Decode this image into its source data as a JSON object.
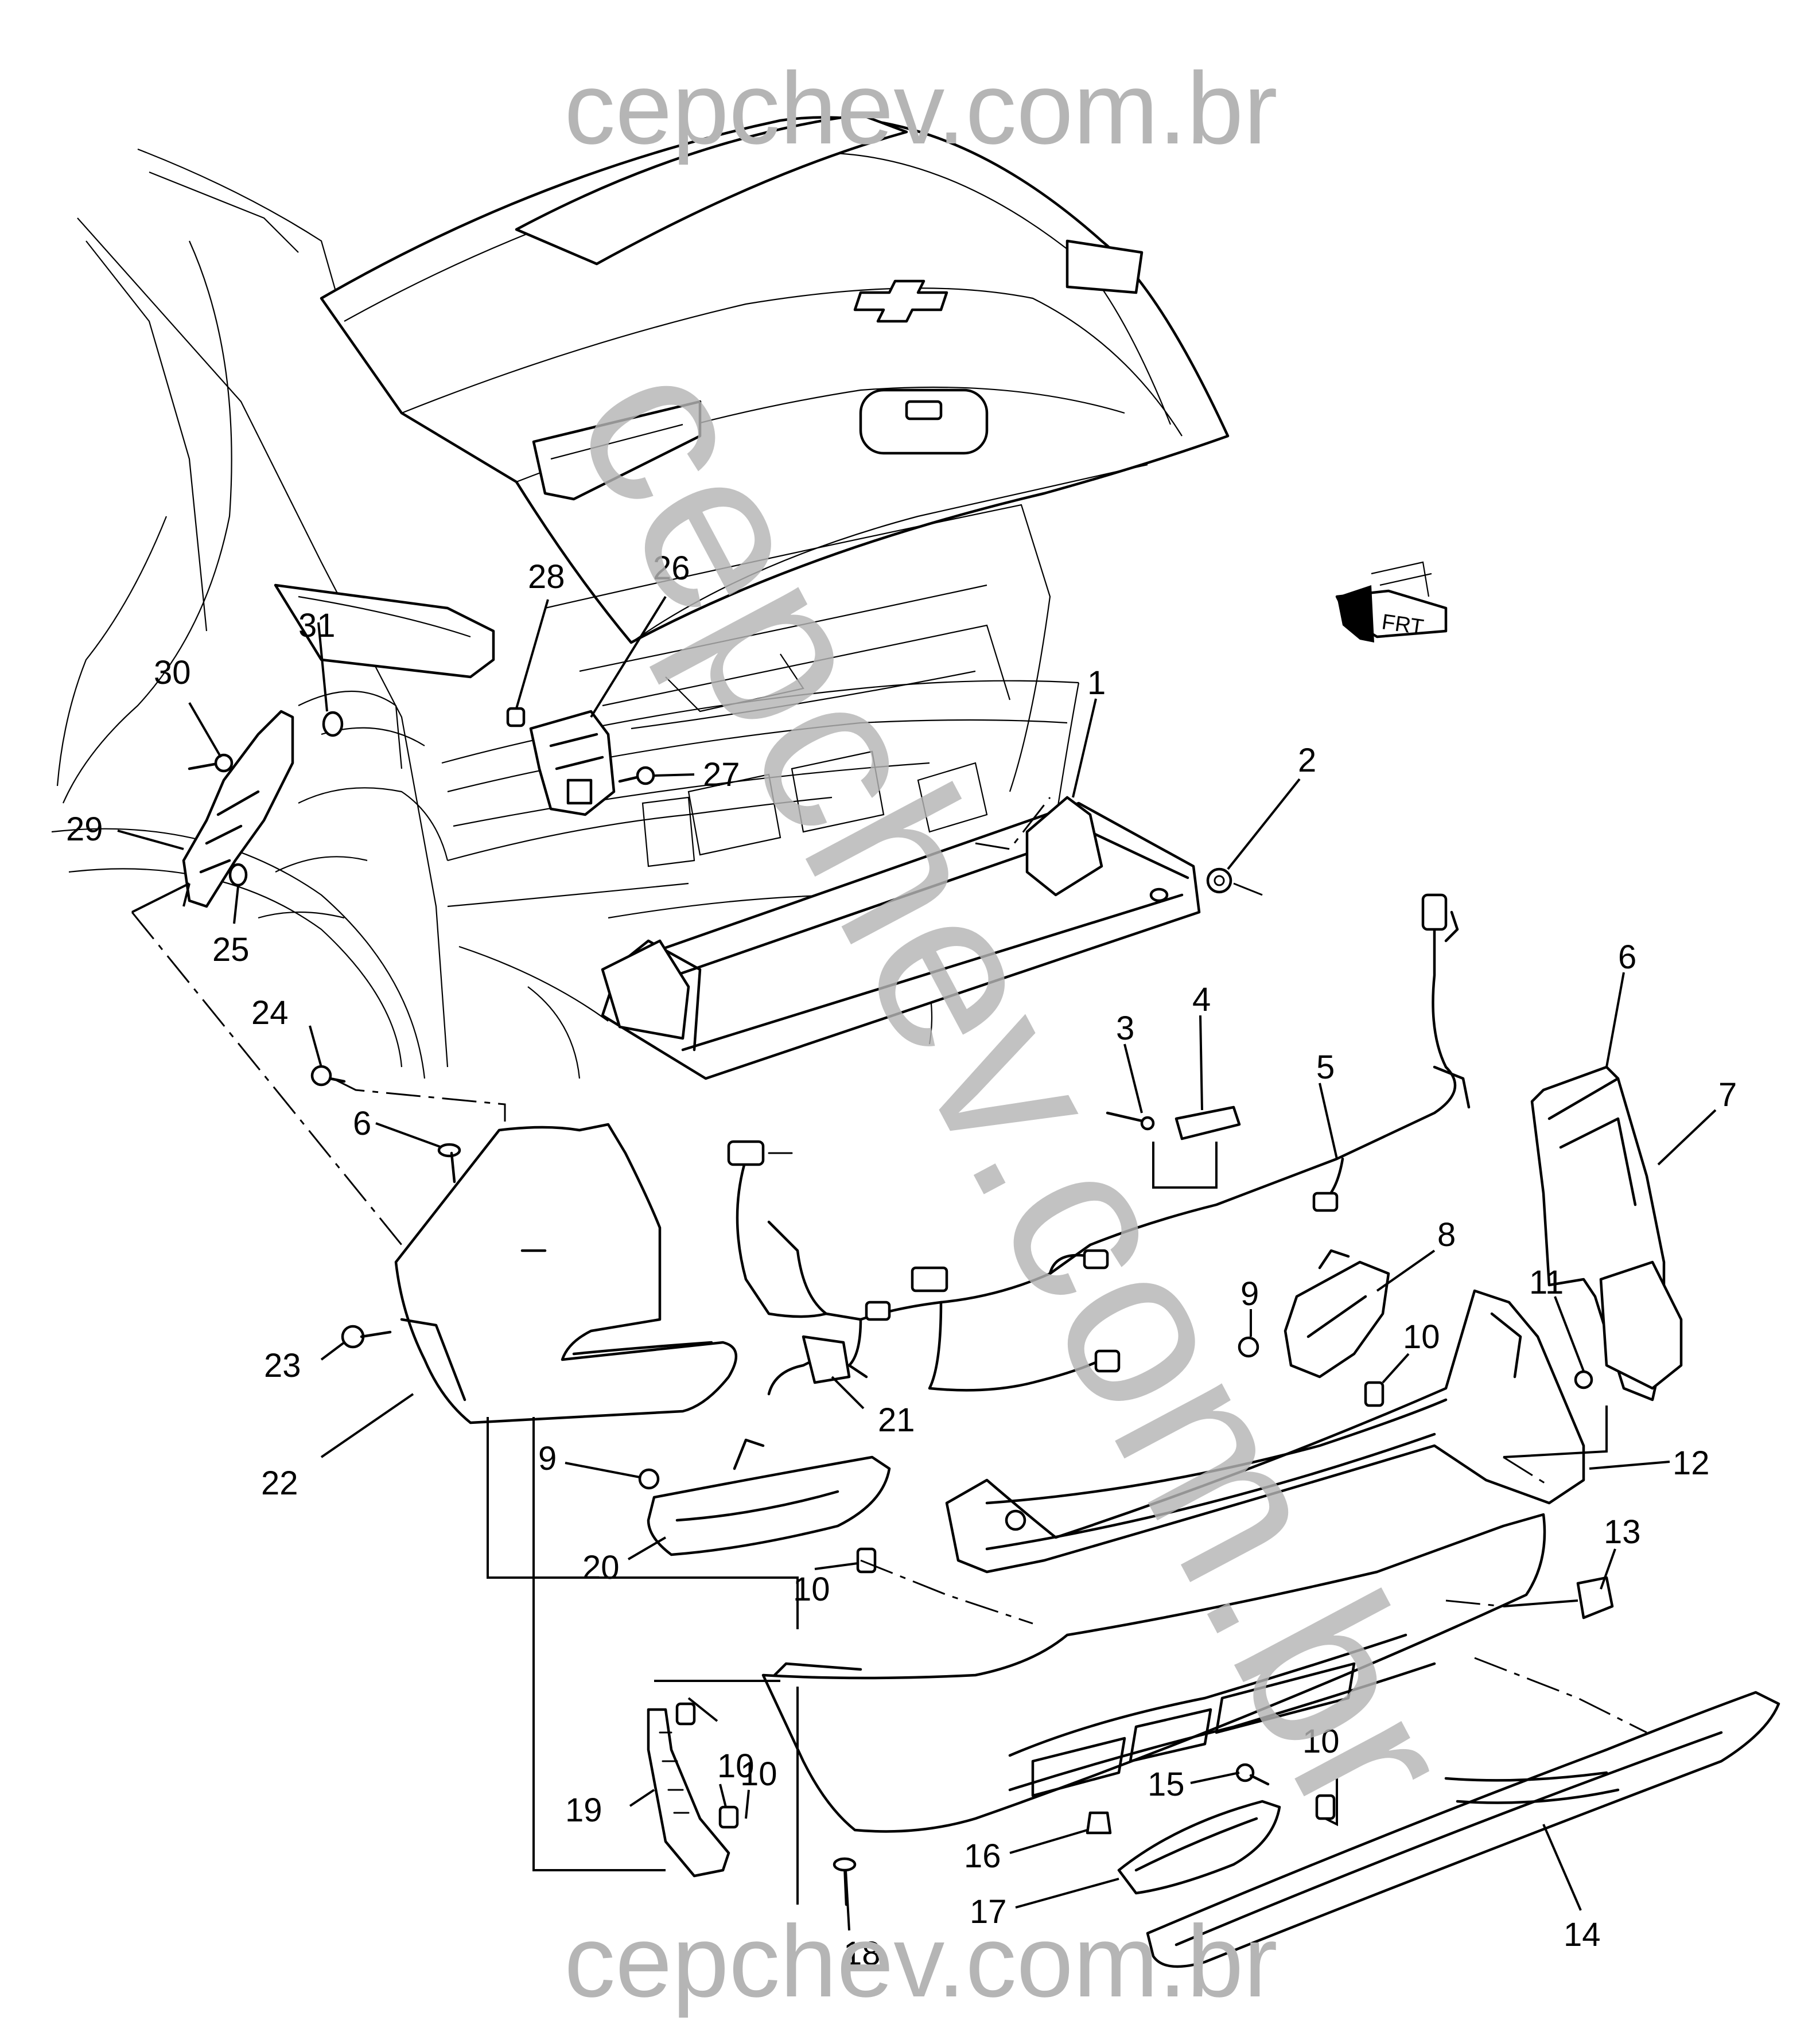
{
  "watermark": {
    "top": "cepchev.com.br",
    "bottom": "cepchev.com.br",
    "diagonal": "cepchev.com.br"
  },
  "orientation_marker": {
    "label": "FRT",
    "icon": "front-arrow-icon"
  },
  "callouts": [
    {
      "id": "c1",
      "label": "1"
    },
    {
      "id": "c2",
      "label": "2"
    },
    {
      "id": "c3",
      "label": "3"
    },
    {
      "id": "c4",
      "label": "4"
    },
    {
      "id": "c5",
      "label": "5"
    },
    {
      "id": "c6a",
      "label": "6"
    },
    {
      "id": "c6b",
      "label": "6"
    },
    {
      "id": "c7",
      "label": "7"
    },
    {
      "id": "c8",
      "label": "8"
    },
    {
      "id": "c9a",
      "label": "9"
    },
    {
      "id": "c9b",
      "label": "9"
    },
    {
      "id": "c10a",
      "label": "10"
    },
    {
      "id": "c10b",
      "label": "10"
    },
    {
      "id": "c10c",
      "label": "10"
    },
    {
      "id": "c10d",
      "label": "10"
    },
    {
      "id": "c10e",
      "label": "10"
    },
    {
      "id": "c11",
      "label": "11"
    },
    {
      "id": "c12",
      "label": "12"
    },
    {
      "id": "c13",
      "label": "13"
    },
    {
      "id": "c14",
      "label": "14"
    },
    {
      "id": "c15",
      "label": "15"
    },
    {
      "id": "c16",
      "label": "16"
    },
    {
      "id": "c17",
      "label": "17"
    },
    {
      "id": "c18",
      "label": "18"
    },
    {
      "id": "c19",
      "label": "19"
    },
    {
      "id": "c20",
      "label": "20"
    },
    {
      "id": "c21",
      "label": "21"
    },
    {
      "id": "c22",
      "label": "22"
    },
    {
      "id": "c23",
      "label": "23"
    },
    {
      "id": "c24",
      "label": "24"
    },
    {
      "id": "c25",
      "label": "25"
    },
    {
      "id": "c26",
      "label": "26"
    },
    {
      "id": "c27",
      "label": "27"
    },
    {
      "id": "c28",
      "label": "28"
    },
    {
      "id": "c29",
      "label": "29"
    },
    {
      "id": "c30",
      "label": "30"
    },
    {
      "id": "c31",
      "label": "31"
    }
  ]
}
